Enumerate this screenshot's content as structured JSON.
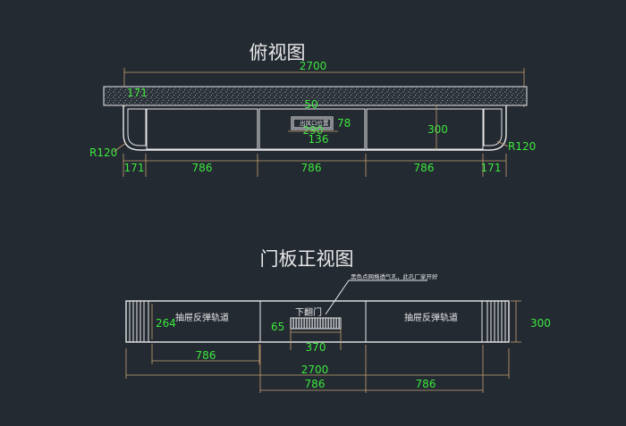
{
  "top_view": {
    "title": "俯视图",
    "dims": {
      "overall": "2700",
      "end_left": "171",
      "end_right": "171",
      "cab1": "786",
      "cab2": "786",
      "cab3": "786",
      "depth": "300",
      "radius_left": "R120",
      "radius_right": "R120",
      "slot_inset": "50",
      "slot_width": "290",
      "slot_inner": "136",
      "slot_depth": "78",
      "top_thickness": "171"
    },
    "slot_label": "出风口位置"
  },
  "front_view": {
    "title": "门板正视图",
    "vent_note": "黑色点网格透气孔，此孔厂家开好",
    "flip_door": "下翻门",
    "drawer_left": "抽屉反弹轨道",
    "drawer_right": "抽屉反弹轨道",
    "dims": {
      "height_left": "264",
      "height_right": "300",
      "vent_offset": "65",
      "vent_width": "370",
      "left_panel": "786",
      "overall": "2700",
      "bottom_mid": "786",
      "bottom_right": "786"
    }
  },
  "colors": {
    "background": "#232a32",
    "line": "#e8e8e8",
    "dimension_text": "#3de83d",
    "dimension_line": "#c9a070"
  }
}
